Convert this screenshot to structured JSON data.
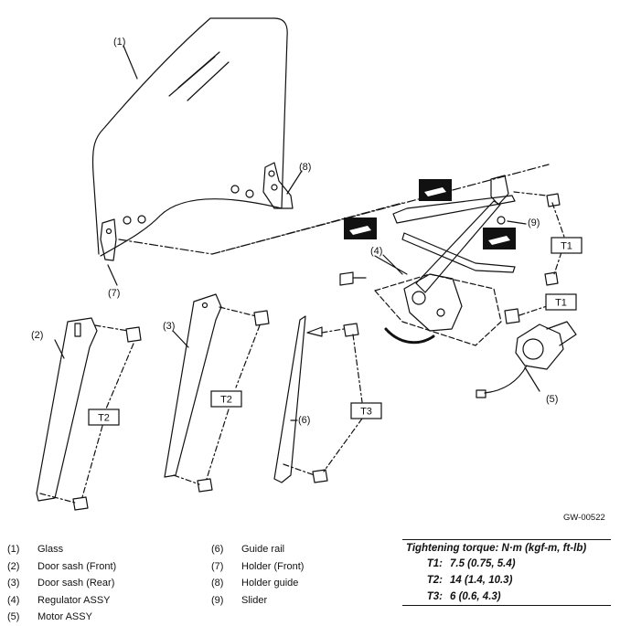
{
  "diagram": {
    "callouts": {
      "glass": "(1)",
      "door_sash_front": "(2)",
      "door_sash_rear": "(3)",
      "regulator": "(4)",
      "motor": "(5)",
      "guide_rail": "(6)",
      "holder_front": "(7)",
      "holder_guide": "(8)",
      "slider": "(9)"
    },
    "torque_tags": {
      "t1_upper": "T1",
      "t1_lower": "T1",
      "t2_left": "T2",
      "t2_mid": "T2",
      "t3": "T3"
    },
    "reference_code": "GW-00522"
  },
  "legend": {
    "left": [
      {
        "num": "(1)",
        "label": "Glass"
      },
      {
        "num": "(2)",
        "label": "Door sash (Front)"
      },
      {
        "num": "(3)",
        "label": "Door sash (Rear)"
      },
      {
        "num": "(4)",
        "label": "Regulator ASSY"
      },
      {
        "num": "(5)",
        "label": "Motor ASSY"
      }
    ],
    "right": [
      {
        "num": "(6)",
        "label": "Guide rail"
      },
      {
        "num": "(7)",
        "label": "Holder (Front)"
      },
      {
        "num": "(8)",
        "label": "Holder guide"
      },
      {
        "num": "(9)",
        "label": "Slider"
      }
    ]
  },
  "torque": {
    "title": "Tightening torque: N·m (kgf-m, ft-lb)",
    "rows": [
      {
        "key": "T1:",
        "value": "7.5 (0.75, 5.4)"
      },
      {
        "key": "T2:",
        "value": "14 (1.4, 10.3)"
      },
      {
        "key": "T3:",
        "value": "6 (0.6, 4.3)"
      }
    ]
  }
}
